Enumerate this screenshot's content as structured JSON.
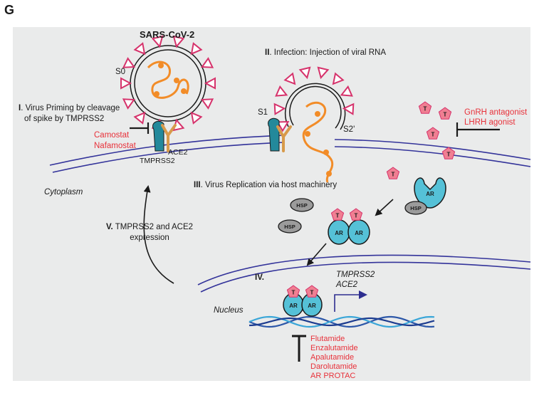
{
  "panel_letter": "G",
  "title": "SARS-CoV-2",
  "virus_labels": {
    "s0": "S0",
    "s1": "S1",
    "s2prime": "S2'",
    "tmprss2": "TMPRSS2",
    "ace2": "ACE2"
  },
  "steps": {
    "step1_num": "I",
    "step1_text_l1": ". Virus Priming by cleavage",
    "step1_text_l2": "of spike by TMPRSS2",
    "step2_num": "II",
    "step2_text": ". Infection: Injection of viral RNA",
    "step3_num": "III",
    "step3_text": ". Virus Replication via host machinery",
    "step4_num": "IV.",
    "step5_num": "V.",
    "step5_text_l1": " TMPRSS2 and ACE2",
    "step5_text_l2": "expression"
  },
  "inhibitors_priming": [
    "Camostat",
    "Nafamostat"
  ],
  "hormone_therapy": [
    "GnRH antagonist",
    "LHRH agonist"
  ],
  "ar_inhibitors": [
    "Flutamide",
    "Enzalutamide",
    "Apalutamide",
    "Darolutamide",
    "AR PROTAC"
  ],
  "compartments": {
    "cytoplasm": "Cytoplasm",
    "nucleus": "Nucleus"
  },
  "genes": [
    "TMPRSS2",
    "ACE2"
  ],
  "molecules": {
    "t": "T",
    "ar": "AR",
    "hsp": "HSP"
  },
  "colors": {
    "background": "#eaebeb",
    "inhibitor_text": "#e8313a",
    "testosterone": "#f07f92",
    "androgen_receptor": "#55c1d7",
    "membrane": "#33339a",
    "viral_rna": "#f28c28",
    "spike": "#d6326b",
    "tmprss2": "#23899b",
    "ace2": "#d89a4a",
    "hsp": "#9b9b9b"
  }
}
